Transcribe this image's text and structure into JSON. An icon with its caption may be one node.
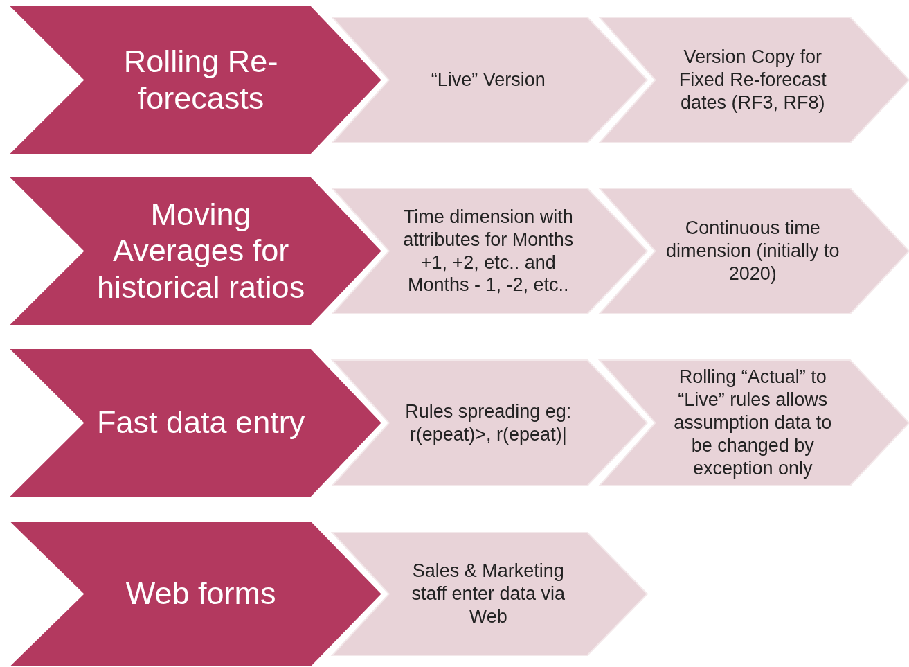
{
  "diagram": {
    "nodes": [
      {
        "text": [
          "Rolling Re-forecasts"
        ]
      },
      {
        "text": [
          "“Live” Version"
        ]
      },
      {
        "text": [
          "Version Copy for Fixed Re-forecast dates (RF3, RF8)"
        ]
      },
      {
        "text": [
          "Moving Averages for historical ratios"
        ]
      },
      {
        "text": [
          "Time dimension with attributes for Months +1, +2, etc.. and Months - 1, -2, etc.."
        ]
      },
      {
        "text": [
          "Continuous time dimension (initially to 2020)"
        ]
      },
      {
        "text": [
          "Fast data entry"
        ]
      },
      {
        "text": [
          "Rules spreading eg: r(epeat)>, r(epeat)|"
        ]
      },
      {
        "text": [
          "Rolling “Actual” to “Live” rules allows assumption data to be changed by exception only"
        ]
      },
      {
        "text": [
          "Web forms"
        ]
      },
      {
        "text": [
          "Sales & Marketing staff enter data via Web"
        ]
      }
    ]
  }
}
